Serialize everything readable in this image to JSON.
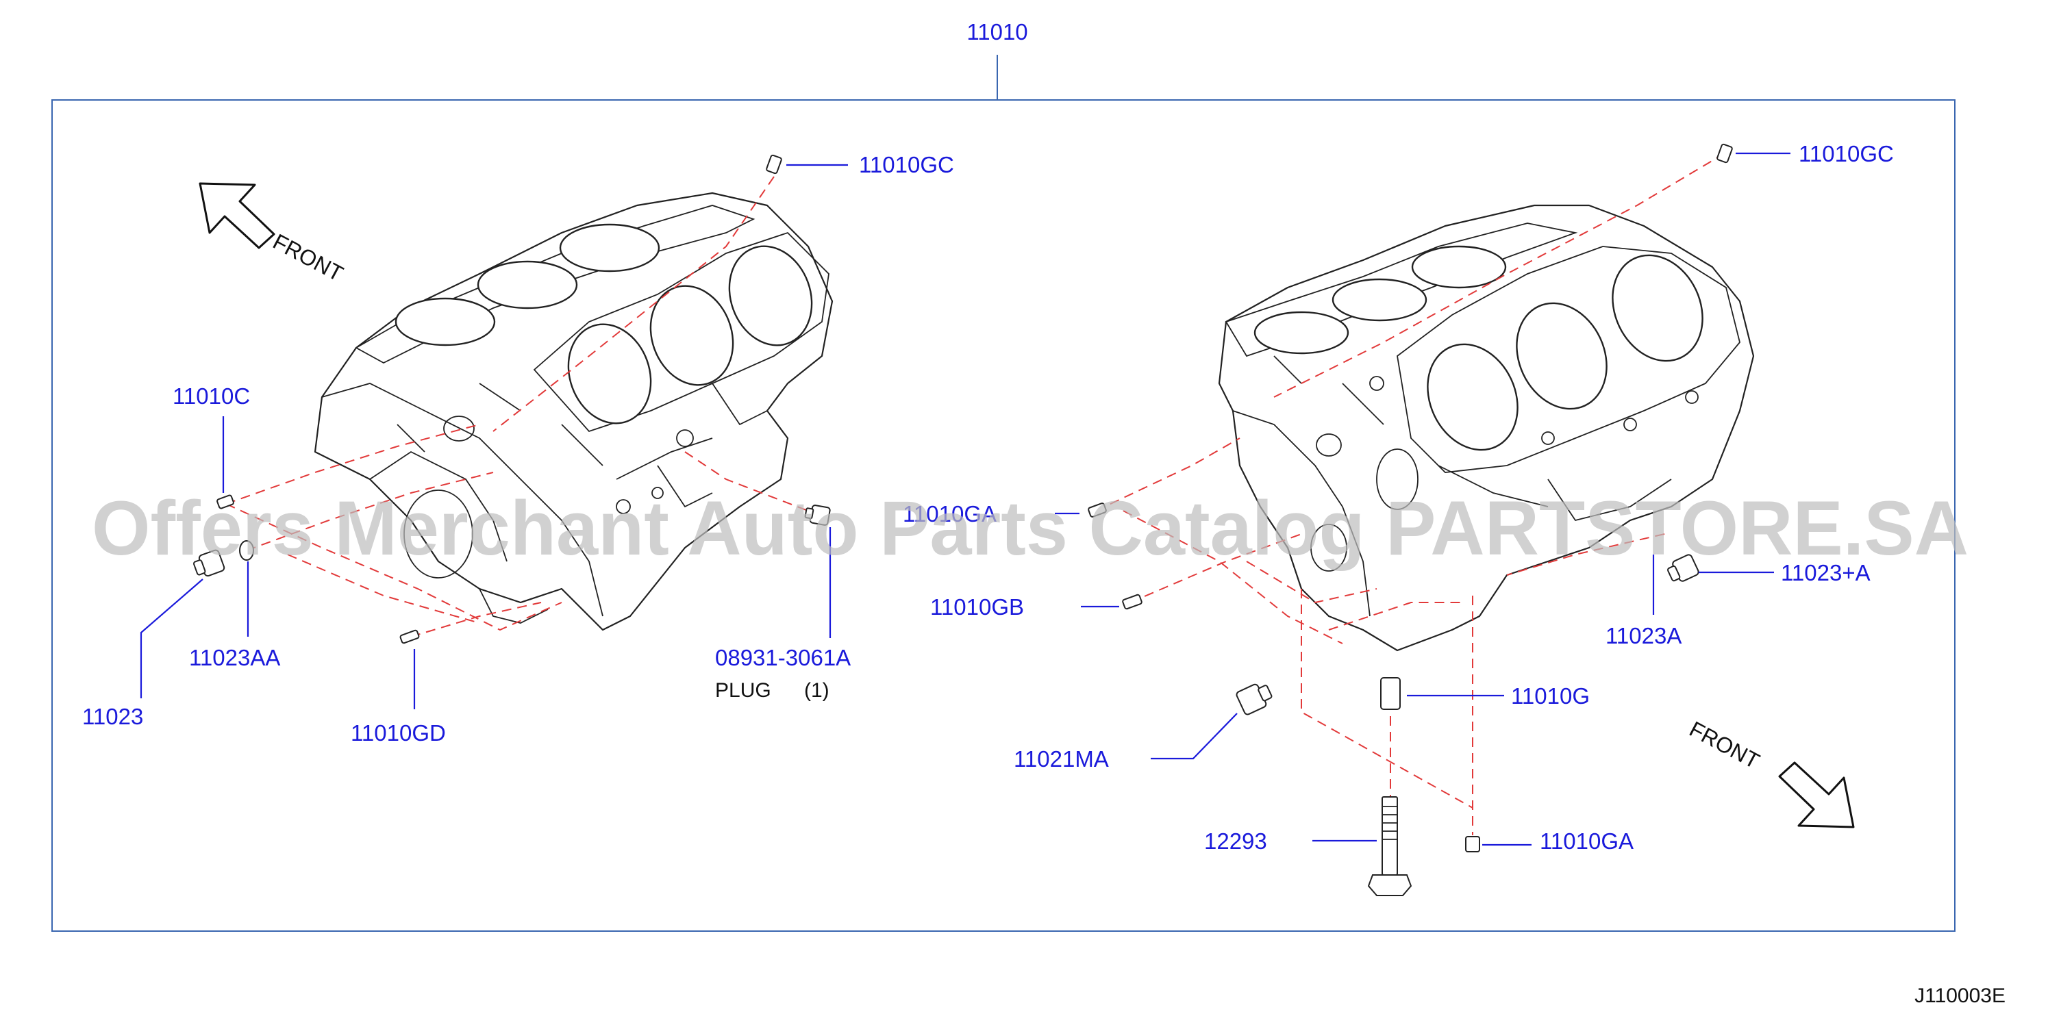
{
  "diagram": {
    "top_part": "11010",
    "ref_code": "J110003E",
    "watermark": "Offers Merchant Auto Parts Catalog PARTSTORE.SA",
    "front_left": "FRONT",
    "front_right": "FRONT",
    "colors": {
      "label": "#1a1adb",
      "dash": "#e23a3a",
      "frame": "#3a66b0"
    },
    "labels": {
      "l_11010gc": "11010GC",
      "l_11010c": "11010C",
      "l_11023": "11023",
      "l_11023aa": "11023AA",
      "l_11010gd": "11010GD",
      "l_08931": "08931-3061A",
      "l_plug": "PLUG",
      "l_plug_qty": "(1)",
      "r_11010gc": "11010GC",
      "r_11010ga_top": "11010GA",
      "r_11010gb": "11010GB",
      "r_11023a": "11023A",
      "r_11023plusa": "11023+A",
      "r_11010g": "11010G",
      "r_11021ma": "11021MA",
      "r_12293": "12293",
      "r_11010ga": "11010GA"
    }
  }
}
